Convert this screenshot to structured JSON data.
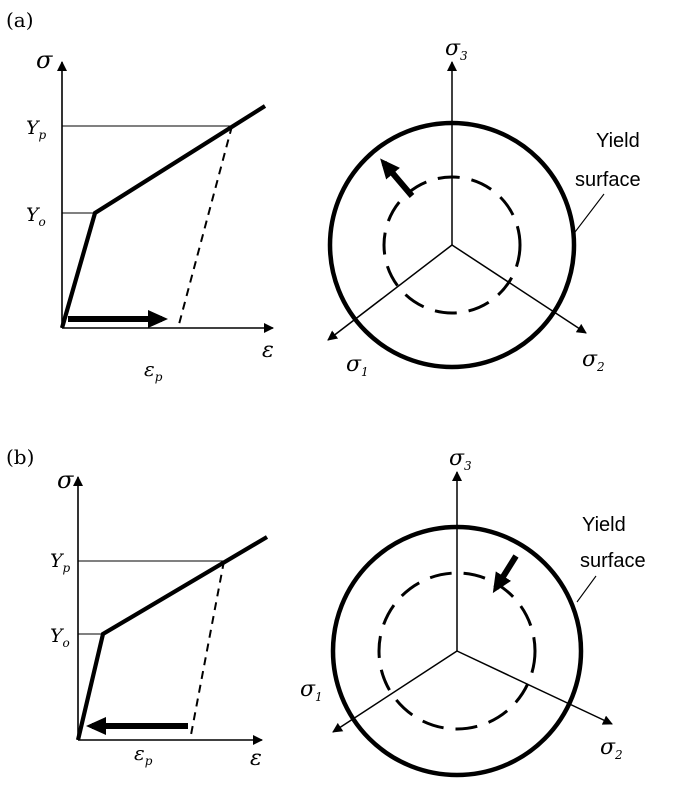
{
  "panels": [
    {
      "id": "a",
      "panel_label": "(a)",
      "stress_strain": {
        "y_axis_label": "σ",
        "x_axis_label": "ε",
        "upper_yield_label": "Y",
        "upper_yield_sub": "p",
        "lower_yield_label": "Y",
        "lower_yield_sub": "o",
        "strain_label": "ε",
        "strain_sub": "p"
      },
      "yield_surface": {
        "axis_top_label": "σ",
        "axis_top_sub": "3",
        "axis_left_label": "σ",
        "axis_left_sub": "1",
        "axis_right_label": "σ",
        "axis_right_sub": "2",
        "title_line1": "Yield",
        "title_line2": "surface",
        "arrow_direction": "outward"
      }
    },
    {
      "id": "b",
      "panel_label": "(b)",
      "stress_strain": {
        "y_axis_label": "σ",
        "x_axis_label": "ε",
        "upper_yield_label": "Y",
        "upper_yield_sub": "p",
        "lower_yield_label": "Y",
        "lower_yield_sub": "o",
        "strain_label": "ε",
        "strain_sub": "p"
      },
      "yield_surface": {
        "axis_top_label": "σ",
        "axis_top_sub": "3",
        "axis_left_label": "σ",
        "axis_left_sub": "1",
        "axis_right_label": "σ",
        "axis_right_sub": "2",
        "title_line1": "Yield",
        "title_line2": "surface",
        "arrow_direction": "inward"
      }
    }
  ]
}
